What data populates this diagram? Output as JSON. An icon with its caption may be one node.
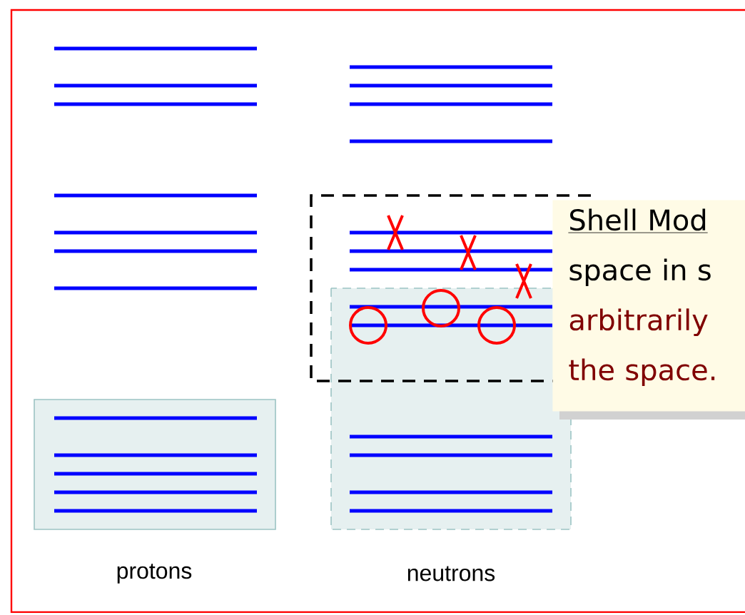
{
  "diagram": {
    "nodes": [
      {
        "text": [
          "Shell Mod",
          "space in s",
          "arbitrarily the space."
        ]
      }
    ],
    "labels": [
      "protons",
      "neutrons"
    ]
  }
}
